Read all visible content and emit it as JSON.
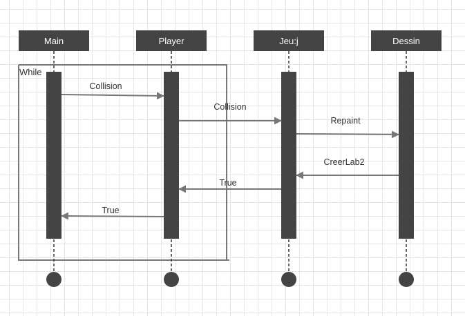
{
  "colors": {
    "header_fill": "#444444",
    "activation_fill": "#444444",
    "lifeline": "#333333",
    "arrow": "#777777",
    "frame": "#777777",
    "end_marker": "#444444"
  },
  "participants": [
    {
      "id": "main",
      "label": "Main"
    },
    {
      "id": "player",
      "label": "Player"
    },
    {
      "id": "jeu",
      "label": "Jeu:j"
    },
    {
      "id": "dessin",
      "label": "Dessin"
    }
  ],
  "frame": {
    "label": "While"
  },
  "messages": [
    {
      "from": "main",
      "to": "player",
      "label": "Collision",
      "type": "call"
    },
    {
      "from": "player",
      "to": "jeu",
      "label": "Collision",
      "type": "call"
    },
    {
      "from": "jeu",
      "to": "dessin",
      "label": "Repaint",
      "type": "call"
    },
    {
      "from": "dessin",
      "to": "jeu",
      "label": "CreerLab2",
      "type": "return"
    },
    {
      "from": "jeu",
      "to": "player",
      "label": "True",
      "type": "return"
    },
    {
      "from": "player",
      "to": "main",
      "label": "True",
      "type": "return"
    }
  ]
}
